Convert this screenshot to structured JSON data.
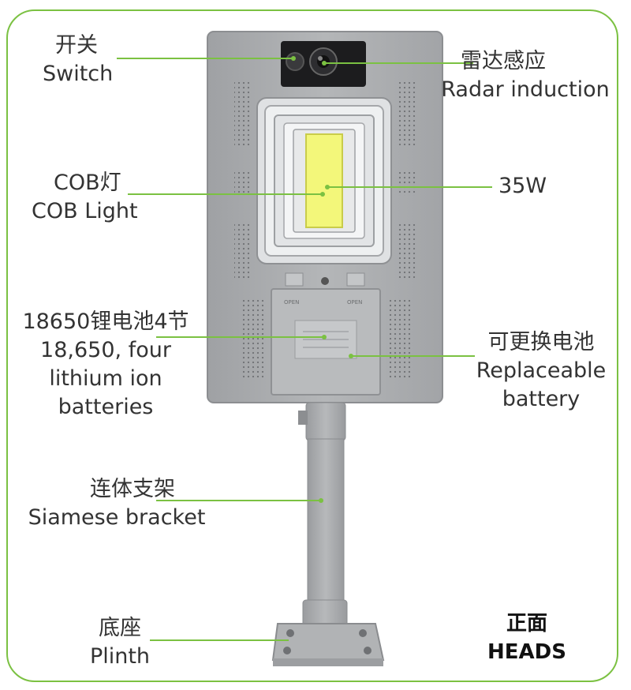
{
  "labels": {
    "switch": {
      "cn": "开关",
      "en": "Switch"
    },
    "radar": {
      "cn": "雷达感应",
      "en": "Radar induction"
    },
    "cob": {
      "cn": "COB灯",
      "en": "COB Light"
    },
    "power": {
      "text": "35W"
    },
    "battery": {
      "cn": "18650锂电池4节",
      "en1": "18,650, four",
      "en2": "lithium ion",
      "en3": "batteries"
    },
    "replaceable": {
      "cn": "可更换电池",
      "en1": "Replaceable",
      "en2": "battery"
    },
    "bracket": {
      "cn": "连体支架",
      "en": "Siamese bracket"
    },
    "plinth": {
      "cn": "底座",
      "en": "Plinth"
    },
    "view": {
      "cn": "正面",
      "en": "HEADS"
    }
  },
  "device": {
    "cover_marks": [
      "OPEN",
      "OPEN"
    ]
  },
  "colors": {
    "accent": "#7bc142",
    "body": "#a9abad",
    "panel": "#b9bbbd",
    "led": "#f3f77a"
  }
}
